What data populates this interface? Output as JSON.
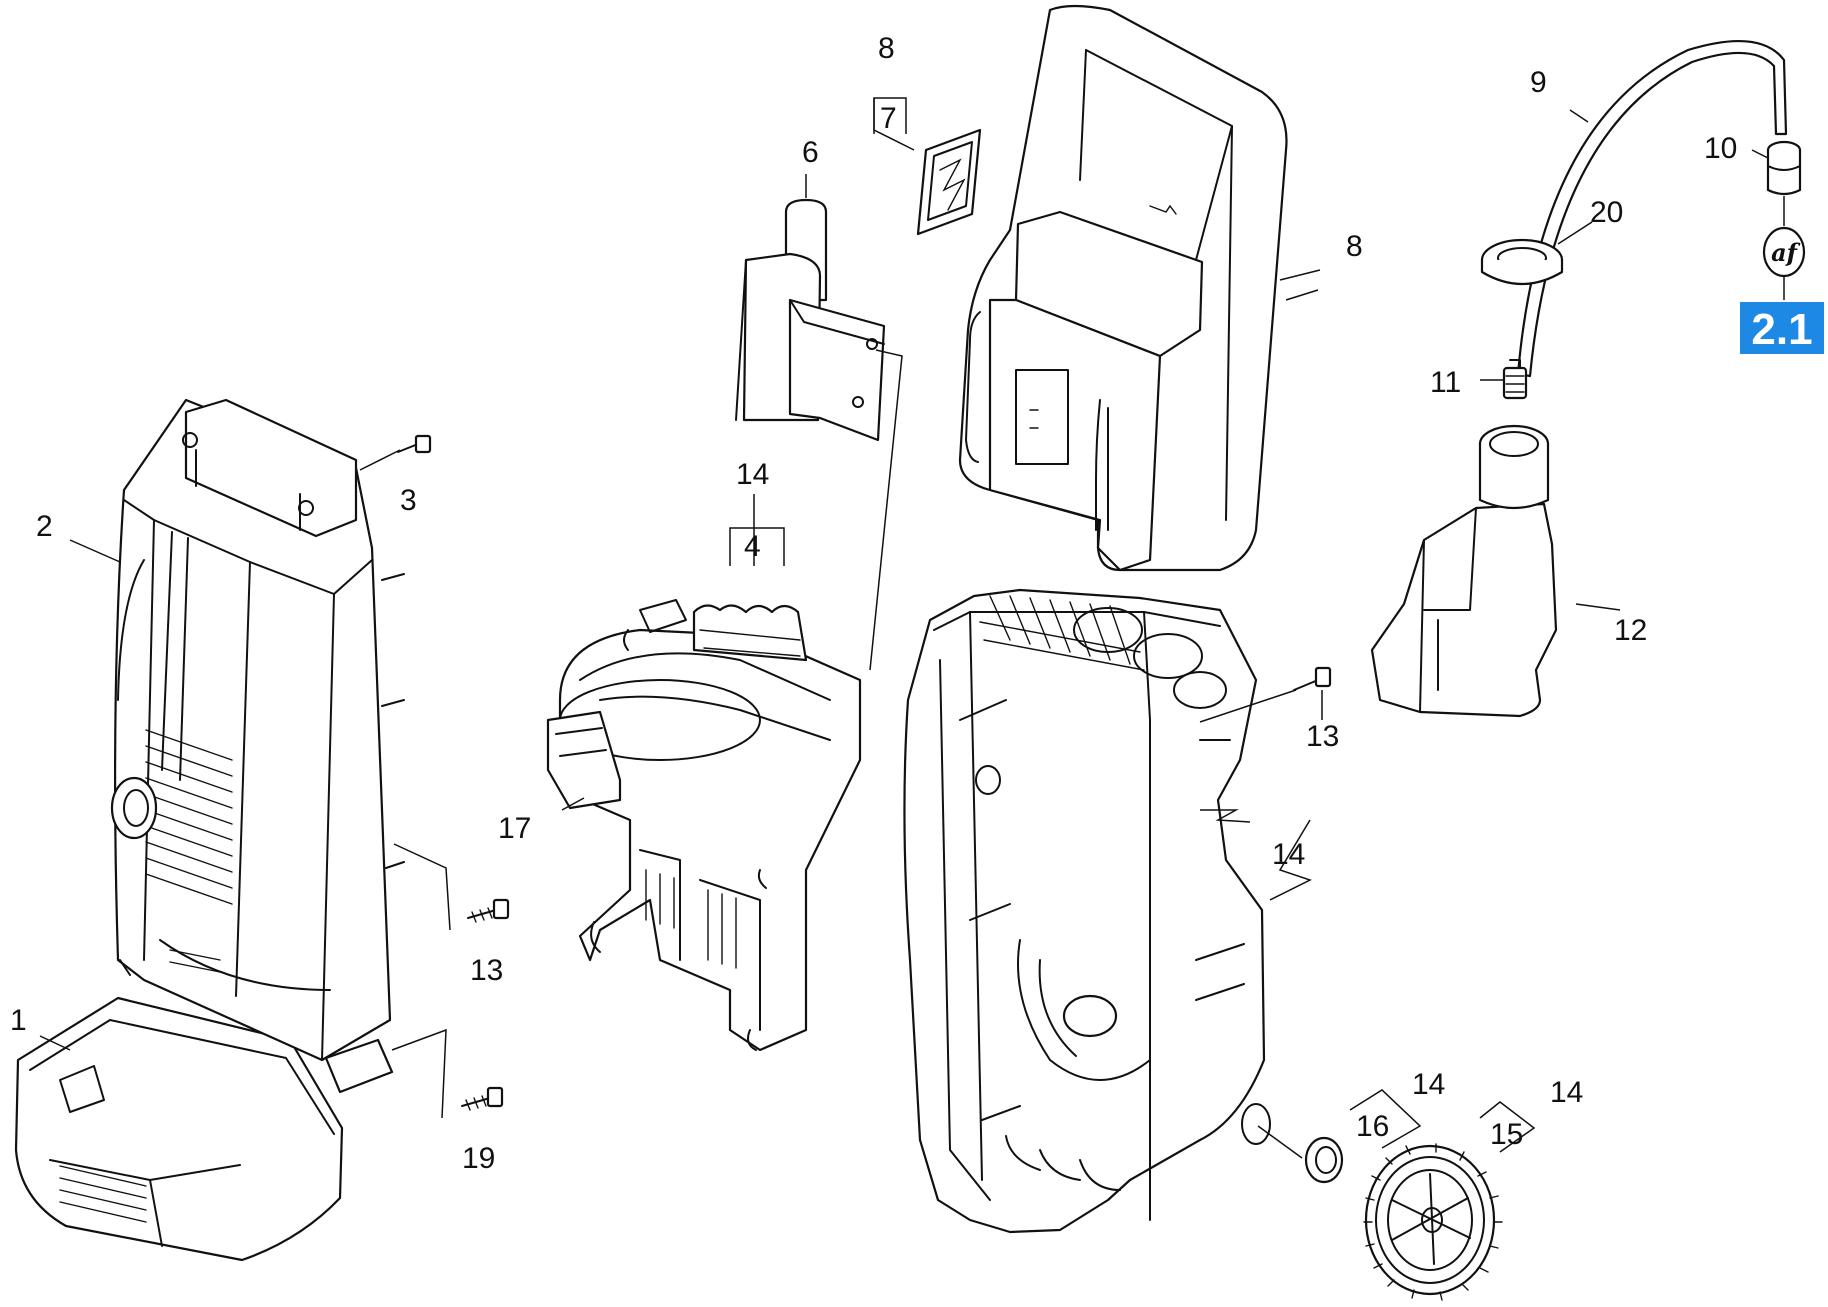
{
  "diagram": {
    "callouts": {
      "c1": "1",
      "c2": "2",
      "c3": "3",
      "c4": "4",
      "c6": "6",
      "c7": "7",
      "c8_top": "8",
      "c8_right": "8",
      "c9": "9",
      "c10": "10",
      "c11": "11",
      "c12": "12",
      "c13_left": "13",
      "c13_right": "13",
      "c14_top": "14",
      "c14_mid": "14",
      "c14_wheel": "14",
      "c14_cap": "14",
      "c15": "15",
      "c16": "16",
      "c17": "17",
      "c19": "19",
      "c20": "20"
    },
    "badge": {
      "text": "2.1",
      "color": "#1e88e5"
    },
    "symbol_af": "af"
  }
}
